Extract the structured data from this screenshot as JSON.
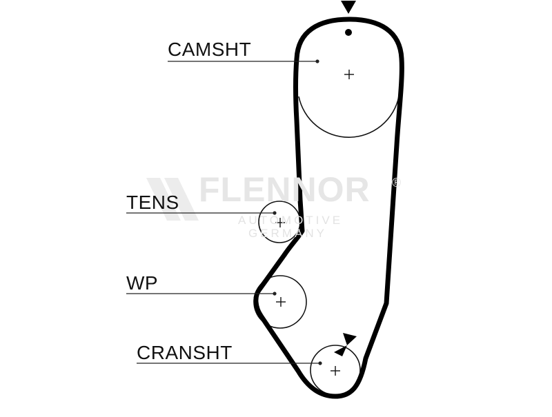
{
  "diagram": {
    "labels": {
      "camsht": "CAMSHT",
      "tens": "TENS",
      "wp": "WP",
      "cransht": "CRANSHT"
    },
    "watermark": {
      "brand": "FLENNOR",
      "registered": "®",
      "line1": "AUTOMOTIVE",
      "line2": "GERMANY"
    },
    "colors": {
      "belt": "#000000",
      "pulley": "#000000",
      "text": "#111111",
      "watermark": "#e6e6e6"
    }
  }
}
